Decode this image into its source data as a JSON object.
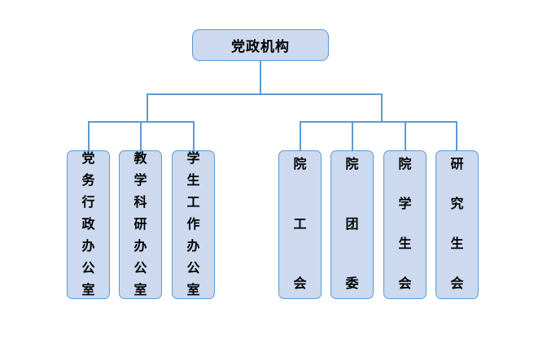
{
  "diagram": {
    "title": "党政机构",
    "type": "organization-tree",
    "colors": {
      "box_fill": "#ccd9ef",
      "box_border": "#5b9bd5",
      "connector": "#5b9bd5",
      "text": "#000000",
      "background": "#ffffff"
    },
    "root": {
      "label": "党政机构"
    },
    "groups": [
      {
        "name": "administrative-offices",
        "orientation": "vertical-text",
        "nodes": [
          {
            "label": "党务行政办公室",
            "chars": [
              "党",
              "务",
              "行",
              "政",
              "办",
              "公",
              "室"
            ]
          },
          {
            "label": "教学科研办公室",
            "chars": [
              "教",
              "学",
              "科",
              "研",
              "办",
              "公",
              "室"
            ]
          },
          {
            "label": "学生工作办公室",
            "chars": [
              "学",
              "生",
              "工",
              "作",
              "办",
              "公",
              "室"
            ]
          }
        ]
      },
      {
        "name": "mass-organizations",
        "orientation": "vertical-text",
        "nodes": [
          {
            "label": "院工会",
            "chars": [
              "院",
              "工",
              "会"
            ]
          },
          {
            "label": "院团委",
            "chars": [
              "院",
              "团",
              "委"
            ]
          },
          {
            "label": "院学生会",
            "chars": [
              "院",
              "学",
              "生",
              "会"
            ]
          },
          {
            "label": "研究生会",
            "chars": [
              "研",
              "究",
              "生",
              "会"
            ]
          }
        ]
      }
    ]
  }
}
